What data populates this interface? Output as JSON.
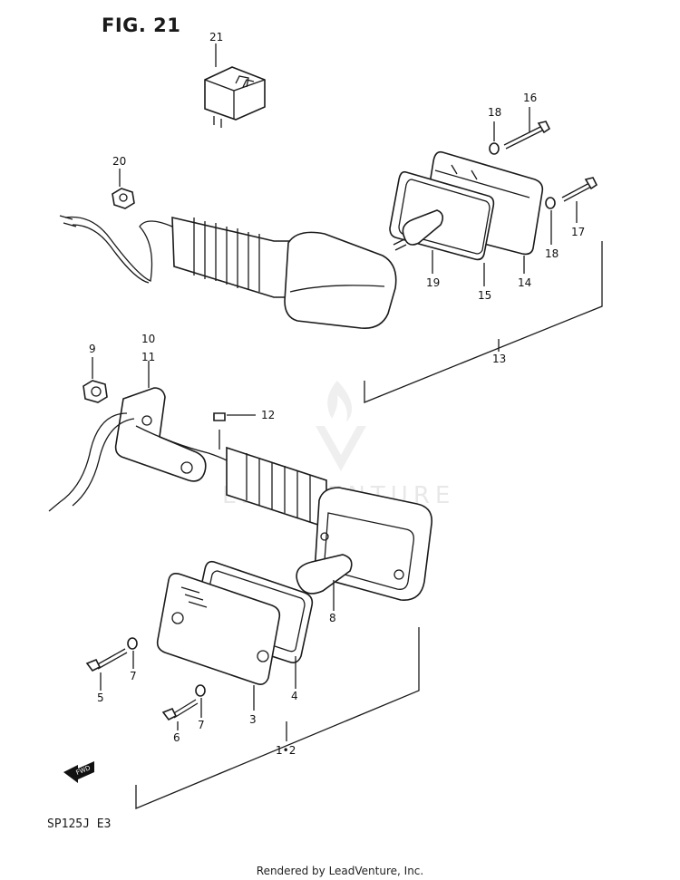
{
  "figure": {
    "title": "FIG. 21",
    "model_code": "SP125J  E3",
    "footer": "Rendered by LeadVenture, Inc.",
    "watermark": "LEADVENTURE"
  },
  "callouts": {
    "p21": "21",
    "p20": "20",
    "p18a": "18",
    "p16": "16",
    "p18b": "18",
    "p17": "17",
    "p19": "19",
    "p15": "15",
    "p14": "14",
    "p13": "13",
    "p10": "10",
    "p11": "11",
    "p9": "9",
    "p12": "12",
    "p8": "8",
    "p5": "5",
    "p7a": "7",
    "p6": "6",
    "p7b": "7",
    "p3": "3",
    "p4": "4",
    "p12asm": "1•2"
  },
  "fwd_arrow": {
    "label": "FWD",
    "icon": "fwd-arrow-icon"
  }
}
